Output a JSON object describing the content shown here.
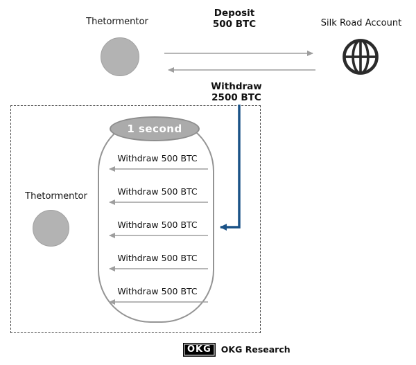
{
  "top": {
    "sender_label": "Thetormentor",
    "deposit_title": "Deposit",
    "deposit_amount": "500 BTC",
    "receiver_label": "Silk Road Account",
    "withdraw_title": "Withdraw",
    "withdraw_amount": "2500 BTC"
  },
  "batch": {
    "timer_label": "1 second",
    "receiver_label": "Thetormentor",
    "withdrawals": [
      "Withdraw 500 BTC",
      "Withdraw 500 BTC",
      "Withdraw 500 BTC",
      "Withdraw 500 BTC",
      "Withdraw 500 BTC"
    ]
  },
  "footer": {
    "logo": "OKG",
    "credit": "OKG Research"
  },
  "colors": {
    "arrow_gray": "#9e9e9e",
    "arrow_blue": "#1b5387",
    "node_gray": "#b3b3b3",
    "icon_dark": "#2b2b2b"
  }
}
